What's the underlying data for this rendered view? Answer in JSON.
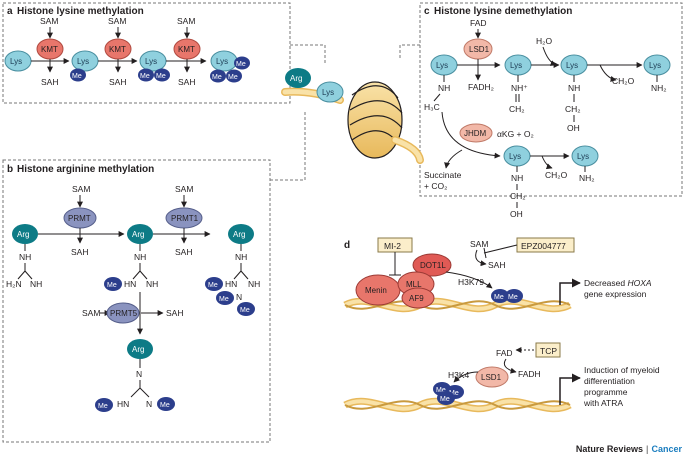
{
  "panels": {
    "a": {
      "letter": "a",
      "title": "Histone lysine methylation",
      "sam": "SAM",
      "sah": "SAH",
      "enzyme": "KMT",
      "lys": "Lys",
      "me": "Me"
    },
    "b": {
      "letter": "b",
      "title": "Histone arginine methylation",
      "sam": "SAM",
      "sah": "SAH",
      "prmt": "PRMT",
      "prmt1": "PRMT1",
      "prmt5": "PRMT5",
      "arg": "Arg",
      "me": "Me",
      "nh": "NH",
      "h2n": "H₂N",
      "hn": "HN",
      "n": "N"
    },
    "c": {
      "letter": "c",
      "title": "Histone lysine demethylation",
      "fad": "FAD",
      "lsd1": "LSD1",
      "fadh2": "FADH₂",
      "h2o": "H₂O",
      "ch2o": "CH₂O",
      "nh2": "NH₂",
      "nh": "NH",
      "nhplus": "NH⁺",
      "ch2": "CH₂",
      "oh": "OH",
      "h3c": "H₃C",
      "jhdm": "JHDM",
      "akg": "αKG + O₂",
      "succinate": "Succinate",
      "co2": "+ CO₂",
      "lys": "Lys"
    },
    "d": {
      "letter": "d",
      "mi2": "MI-2",
      "epz": "EPZ004777",
      "sam": "SAM",
      "sah": "SAH",
      "dot1l": "DOT1L",
      "menin": "Menin",
      "mll": "MLL",
      "af9": "AF9",
      "h3k79": "H3K79",
      "hoxa_pre": "Decreased ",
      "hoxa_gene": "HOXA",
      "hoxa_post": "gene expression",
      "fad": "FAD",
      "tcp": "TCP",
      "fadh": "FADH",
      "lsd1": "LSD1",
      "h3k4": "H3K4",
      "ind1": "Induction of myeloid",
      "ind2": "differentiation",
      "ind3": "programme",
      "ind4": "with ATRA",
      "me": "Me"
    },
    "nucleosome": {
      "arg": "Arg",
      "lys": "Lys"
    }
  },
  "footer": {
    "journal": "Nature Reviews",
    "sep": "|",
    "section": "Cancer"
  },
  "colors": {
    "kmt": "#e8766b",
    "lys": "#8fd0de",
    "me": "#2c3e8c",
    "arg": "#0d7b86",
    "prmt": "#8a93bf",
    "lsd1": "#f2b8a8",
    "jhdm": "#f2b8a8",
    "drug_box": "#fbeeca",
    "dot1l": "#e05a55",
    "nucleosome": "#f5d08a",
    "footer_accent": "#1a7dbf"
  }
}
